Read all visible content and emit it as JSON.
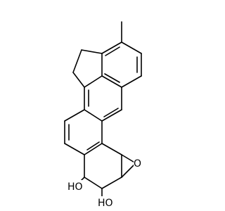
{
  "colors": {
    "background": "#ffffff",
    "bond": "#000000",
    "oxygen_epoxide": "#ff0000",
    "hydroxyl": "#000000"
  },
  "labels": {
    "epoxide_oxygen": "O",
    "hydroxyl_left": "HO",
    "hydroxyl_right": "HO"
  }
}
